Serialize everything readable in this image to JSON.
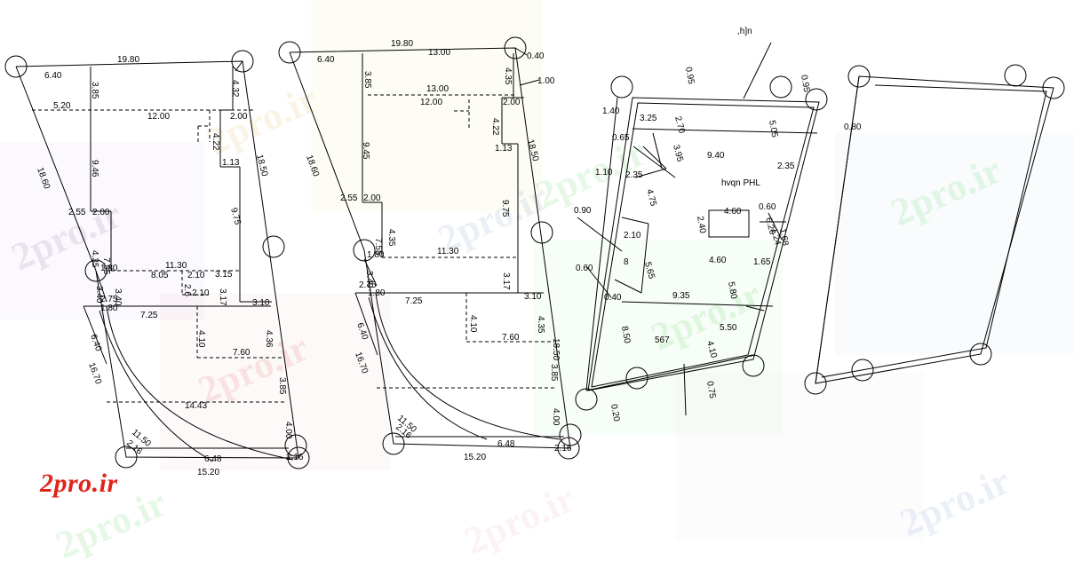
{
  "logo_text": "2pro.ir",
  "watermark_text": "2pro.ir",
  "colors": {
    "line": "#000000",
    "logo": "#e2231a",
    "wm_green": "#3ecf3e",
    "wm_red": "#e54b4b"
  },
  "plan1": {
    "labels": [
      "19.80",
      "6.40",
      "4.32",
      "3.85",
      "5.20",
      "12.00",
      "2.00",
      "4.22",
      "1.13",
      "18.50",
      "18.60",
      "9.46",
      "9.75",
      "2.55",
      "2.00",
      "4.35",
      "7.55",
      "11.30",
      "1.80",
      "8.05",
      "2.10",
      "3.15",
      "3.40",
      "3.40",
      "2.10",
      "3.17",
      "2.75",
      "3.10",
      "1.80",
      "7.25",
      "4.10",
      "4.36",
      "6.40",
      "16.70",
      "7.60",
      "3.85",
      "14.43",
      "4.00",
      "11.50",
      "2.16",
      "6.48",
      "15.20",
      "2.16",
      "2.6"
    ]
  },
  "plan2": {
    "labels": [
      "19.80",
      "6.40",
      "13.00",
      "0.40",
      "4.35",
      "3.85",
      "13.00",
      "1.00",
      "12.00",
      "2.00",
      "4.22",
      "18.50",
      "18.60",
      "9.45",
      "1.13",
      "9.75",
      "2.55",
      "2.00",
      "4.35",
      "7.55",
      "11.30",
      "1.80",
      "3.40",
      "3.17",
      "2.75",
      "1.80",
      "3.10",
      "7.25",
      "4.10",
      "4.35",
      "6.40",
      "7.60",
      "16.70",
      "18.50",
      "3.85",
      "4.00",
      "11.50",
      "2.16",
      "6.48",
      "15.20",
      "2.16"
    ]
  },
  "plan3": {
    "labels": [
      ",h]n",
      "0.95",
      "0.95",
      "1.40",
      "3.25",
      "2.70",
      "5.05",
      "0.65",
      "3.95",
      "9.40",
      "2.35",
      "1.10",
      "2.35",
      "4.75",
      "hvqn PHL",
      "0.90",
      "4.60",
      "0.60",
      "2.40",
      "6.20",
      "2.10",
      "1.24",
      "4.60",
      "1.68",
      "1.65",
      "0.60",
      "5.65",
      "5.80",
      "0.40",
      "9.35",
      "8.50",
      "5.50",
      "567",
      "4.10",
      "0.75",
      "0.20",
      "8"
    ]
  },
  "plan4": {
    "labels": [
      "0.80"
    ]
  }
}
